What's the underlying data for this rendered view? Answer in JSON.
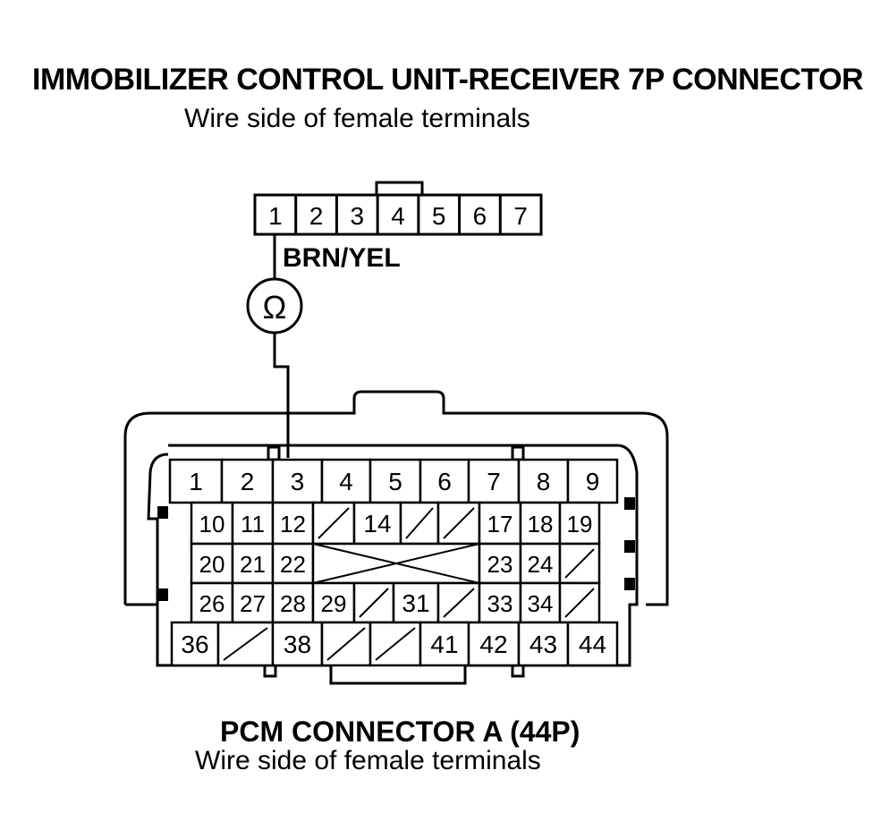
{
  "receiver_connector": {
    "title": "IMMOBILIZER CONTROL UNIT-RECEIVER 7P CONNECTOR",
    "subtitle": "Wire side of female terminals",
    "pins": [
      "1",
      "2",
      "3",
      "4",
      "5",
      "6",
      "7"
    ]
  },
  "wire": {
    "color_label": "BRN/YEL",
    "meter_symbol": "Ω"
  },
  "pcm_connector": {
    "title": "PCM CONNECTOR A (44P)",
    "subtitle": "Wire side of female terminals",
    "rows": [
      [
        "1",
        "2",
        "3",
        "4",
        "5",
        "6",
        "7",
        "8",
        "9"
      ],
      [
        "10",
        "11",
        "12",
        "/",
        "14",
        "/",
        "/",
        "17",
        "18",
        "19"
      ],
      [
        "20",
        "21",
        "22",
        "X",
        "23",
        "24",
        "/"
      ],
      [
        "26",
        "27",
        "28",
        "29",
        "/",
        "31",
        "/",
        "33",
        "34",
        "/"
      ],
      [
        "36",
        "/",
        "38",
        "/",
        "/",
        "41",
        "42",
        "43",
        "44"
      ]
    ]
  },
  "icons": {
    "meter": "ohmmeter-icon"
  }
}
